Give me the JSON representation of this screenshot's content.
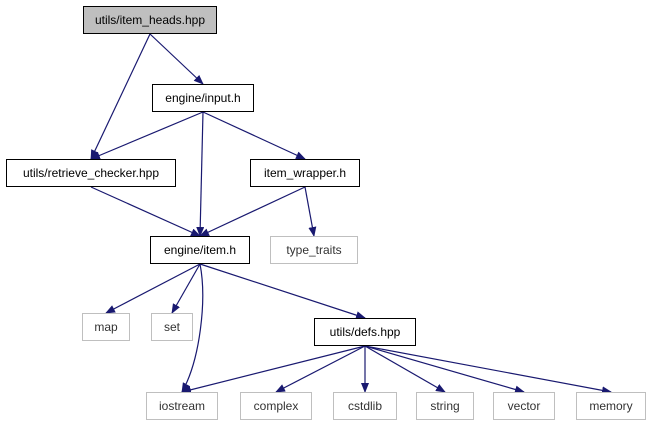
{
  "diagram": {
    "colors": {
      "edge": "#191970",
      "root_fill": "#bfbfbf",
      "node_border": "#000000",
      "system_border": "#bfbfbf"
    },
    "nodes": [
      {
        "id": "item_heads",
        "label": "utils/item_heads.hpp",
        "kind": "root"
      },
      {
        "id": "input",
        "label": "engine/input.h",
        "kind": "primary"
      },
      {
        "id": "retrieve_checker",
        "label": "utils/retrieve_checker.hpp",
        "kind": "primary"
      },
      {
        "id": "item_wrapper",
        "label": "item_wrapper.h",
        "kind": "primary"
      },
      {
        "id": "item",
        "label": "engine/item.h",
        "kind": "primary"
      },
      {
        "id": "type_traits",
        "label": "type_traits",
        "kind": "system"
      },
      {
        "id": "map",
        "label": "map",
        "kind": "system"
      },
      {
        "id": "set",
        "label": "set",
        "kind": "system"
      },
      {
        "id": "defs",
        "label": "utils/defs.hpp",
        "kind": "primary"
      },
      {
        "id": "iostream",
        "label": "iostream",
        "kind": "system"
      },
      {
        "id": "complex",
        "label": "complex",
        "kind": "system"
      },
      {
        "id": "cstdlib",
        "label": "cstdlib",
        "kind": "system"
      },
      {
        "id": "string",
        "label": "string",
        "kind": "system"
      },
      {
        "id": "vector",
        "label": "vector",
        "kind": "system"
      },
      {
        "id": "memory",
        "label": "memory",
        "kind": "system"
      }
    ],
    "edges": [
      {
        "from": "item_heads",
        "to": "retrieve_checker"
      },
      {
        "from": "item_heads",
        "to": "input"
      },
      {
        "from": "input",
        "to": "retrieve_checker"
      },
      {
        "from": "input",
        "to": "item"
      },
      {
        "from": "input",
        "to": "item_wrapper"
      },
      {
        "from": "retrieve_checker",
        "to": "item"
      },
      {
        "from": "item_wrapper",
        "to": "item"
      },
      {
        "from": "item_wrapper",
        "to": "type_traits"
      },
      {
        "from": "item",
        "to": "map"
      },
      {
        "from": "item",
        "to": "set"
      },
      {
        "from": "item",
        "to": "iostream"
      },
      {
        "from": "item",
        "to": "defs"
      },
      {
        "from": "defs",
        "to": "iostream"
      },
      {
        "from": "defs",
        "to": "complex"
      },
      {
        "from": "defs",
        "to": "cstdlib"
      },
      {
        "from": "defs",
        "to": "string"
      },
      {
        "from": "defs",
        "to": "vector"
      },
      {
        "from": "defs",
        "to": "memory"
      }
    ]
  }
}
